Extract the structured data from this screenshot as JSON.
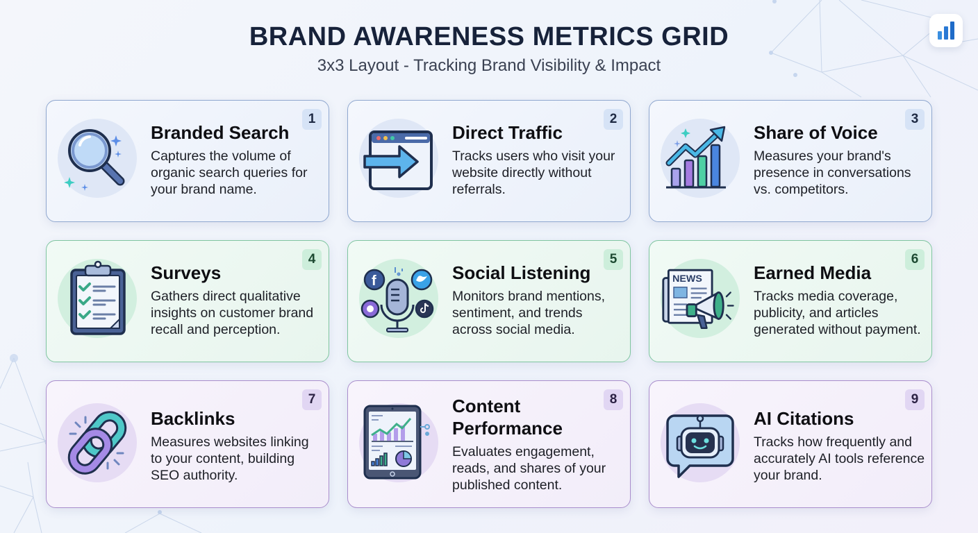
{
  "header": {
    "title": "BRAND AWARENESS METRICS GRID",
    "subtitle": "3x3 Layout - Tracking Brand Visibility & Impact"
  },
  "corner_button": {
    "icon": "bar-chart-icon"
  },
  "colors": {
    "row1_accent": "#8fa7cf",
    "row2_accent": "#7fc5a0",
    "row3_accent": "#a98dcc",
    "title": "#17223a"
  },
  "metrics": [
    {
      "number": "1",
      "title": "Branded Search",
      "description": "Captures the volume of organic search queries for your brand name.",
      "icon": "magnifying-glass-icon",
      "theme": "blue"
    },
    {
      "number": "2",
      "title": "Direct Traffic",
      "description": "Tracks users who visit your website directly without referrals.",
      "icon": "browser-arrow-icon",
      "theme": "blue"
    },
    {
      "number": "3",
      "title": "Share of Voice",
      "description": "Measures your brand's presence in conversations vs. competitors.",
      "icon": "growth-chart-icon",
      "theme": "blue"
    },
    {
      "number": "4",
      "title": "Surveys",
      "description": "Gathers direct qualitative insights on customer brand recall and perception.",
      "icon": "clipboard-checklist-icon",
      "theme": "green"
    },
    {
      "number": "5",
      "title": "Social Listening",
      "description": "Monitors brand mentions, sentiment, and trends across social media.",
      "icon": "microphone-social-icon",
      "theme": "green"
    },
    {
      "number": "6",
      "title": "Earned Media",
      "description": "Tracks media coverage, publicity, and articles generated without payment.",
      "icon": "newspaper-megaphone-icon",
      "theme": "green"
    },
    {
      "number": "7",
      "title": "Backlinks",
      "description": "Measures websites linking to your content, building SEO authority.",
      "icon": "chain-link-icon",
      "theme": "purple"
    },
    {
      "number": "8",
      "title": "Content Performance",
      "description": "Evaluates engagement, reads, and shares of your published content.",
      "icon": "tablet-analytics-icon",
      "theme": "purple"
    },
    {
      "number": "9",
      "title": "AI Citations",
      "description": "Tracks how frequently and accurately AI tools reference your brand.",
      "icon": "robot-chat-icon",
      "theme": "purple"
    }
  ],
  "icon_labels": {
    "news": "NEWS"
  }
}
